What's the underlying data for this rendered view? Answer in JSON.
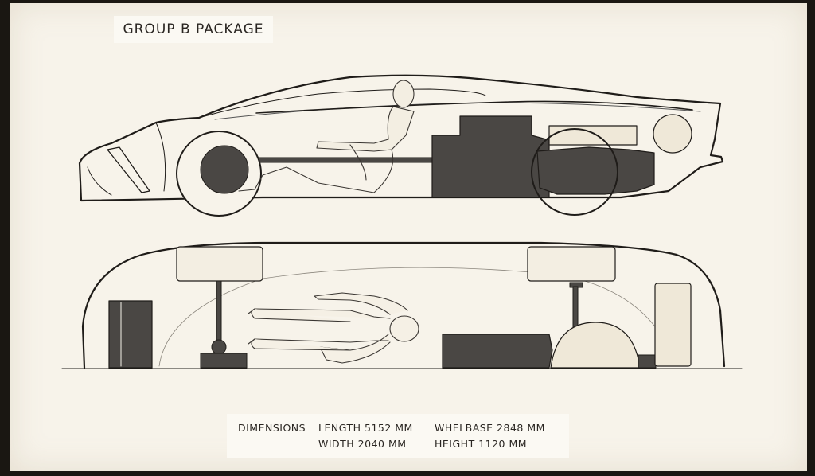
{
  "title": "GROUP B PACKAGE",
  "dimensions": {
    "heading": "DIMENSIONS",
    "length": "LENGTH 5152 MM",
    "wheelbase": "WHELBASE 2848 MM",
    "width": "WIDTH 2040 MM",
    "height": "HEIGHT 1120 MM"
  },
  "colors": {
    "paper": "#f7f3ea",
    "line": "#1f1c19",
    "fill_dark": "#4a4744",
    "fill_light": "#efe8d8"
  }
}
